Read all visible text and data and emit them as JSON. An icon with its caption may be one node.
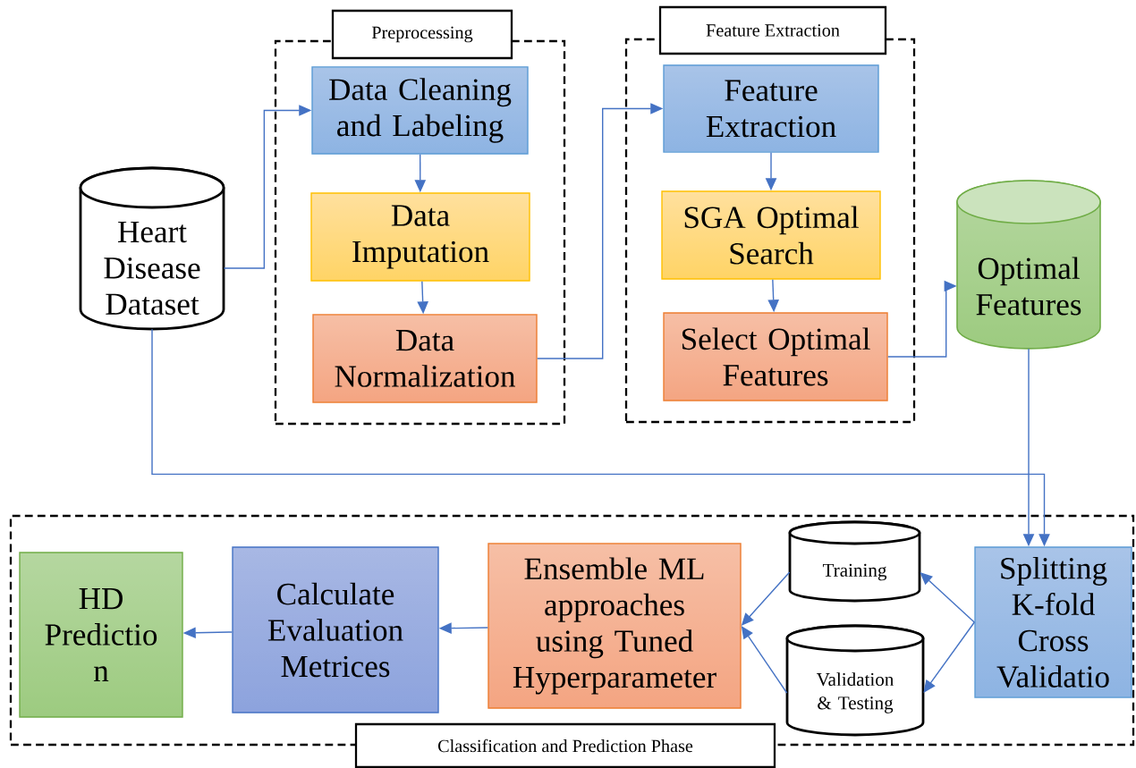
{
  "diagram": {
    "nodes": [
      {
        "text": [
          "Heart Disease Dataset"
        ]
      },
      {
        "text": [
          "Preprocessing"
        ]
      },
      {
        "text": [
          "Data Cleaning and Labeling"
        ],
        "in": 1
      },
      {
        "text": [
          "Data Imputation"
        ],
        "in": 1
      },
      {
        "text": [
          "Data Normalization"
        ],
        "in": 1
      },
      {
        "text": [
          "Feature Extraction"
        ]
      },
      {
        "text": [
          "Feature Extraction"
        ],
        "in": 5
      },
      {
        "text": [
          "SGA Optimal Search"
        ],
        "in": 5
      },
      {
        "text": [
          "Select Optimal Features"
        ],
        "in": 5
      },
      {
        "text": [
          "Optimal Features"
        ]
      },
      {
        "text": [
          "Classification and Prediction Phase"
        ]
      },
      {
        "text": [
          "Splitting K-fold Cross Validatio"
        ],
        "in": 10
      },
      {
        "text": [
          "Training"
        ],
        "in": 10
      },
      {
        "text": [
          "Validation & Testing"
        ],
        "in": 10
      },
      {
        "text": [
          "Ensemble ML approaches using Tuned Hyperparameter"
        ],
        "in": 10
      },
      {
        "text": [
          "Calculate Evaluation Metrices"
        ],
        "in": 10
      },
      {
        "text": [
          "HD Predictio n"
        ],
        "in": 10
      }
    ],
    "edges": [
      {
        "from": 0,
        "to": 2,
        "arrow": "to"
      },
      {
        "from": 2,
        "to": 3,
        "arrow": "to"
      },
      {
        "from": 3,
        "to": 4,
        "arrow": "to"
      },
      {
        "from": 4,
        "to": 6,
        "arrow": "to"
      },
      {
        "from": 6,
        "to": 7,
        "arrow": "to"
      },
      {
        "from": 7,
        "to": 8,
        "arrow": "to"
      },
      {
        "from": 8,
        "to": 9,
        "arrow": "to"
      },
      {
        "from": 0,
        "to": 11,
        "arrow": "to"
      },
      {
        "from": 9,
        "to": 11,
        "arrow": "to"
      },
      {
        "from": 11,
        "to": 12,
        "arrow": "to"
      },
      {
        "from": 11,
        "to": 13,
        "arrow": "to"
      },
      {
        "from": 12,
        "to": 14,
        "arrow": "to"
      },
      {
        "from": 13,
        "to": 14,
        "arrow": "to"
      },
      {
        "from": 14,
        "to": 15,
        "arrow": "to"
      },
      {
        "from": 15,
        "to": 16,
        "arrow": "to"
      }
    ]
  }
}
